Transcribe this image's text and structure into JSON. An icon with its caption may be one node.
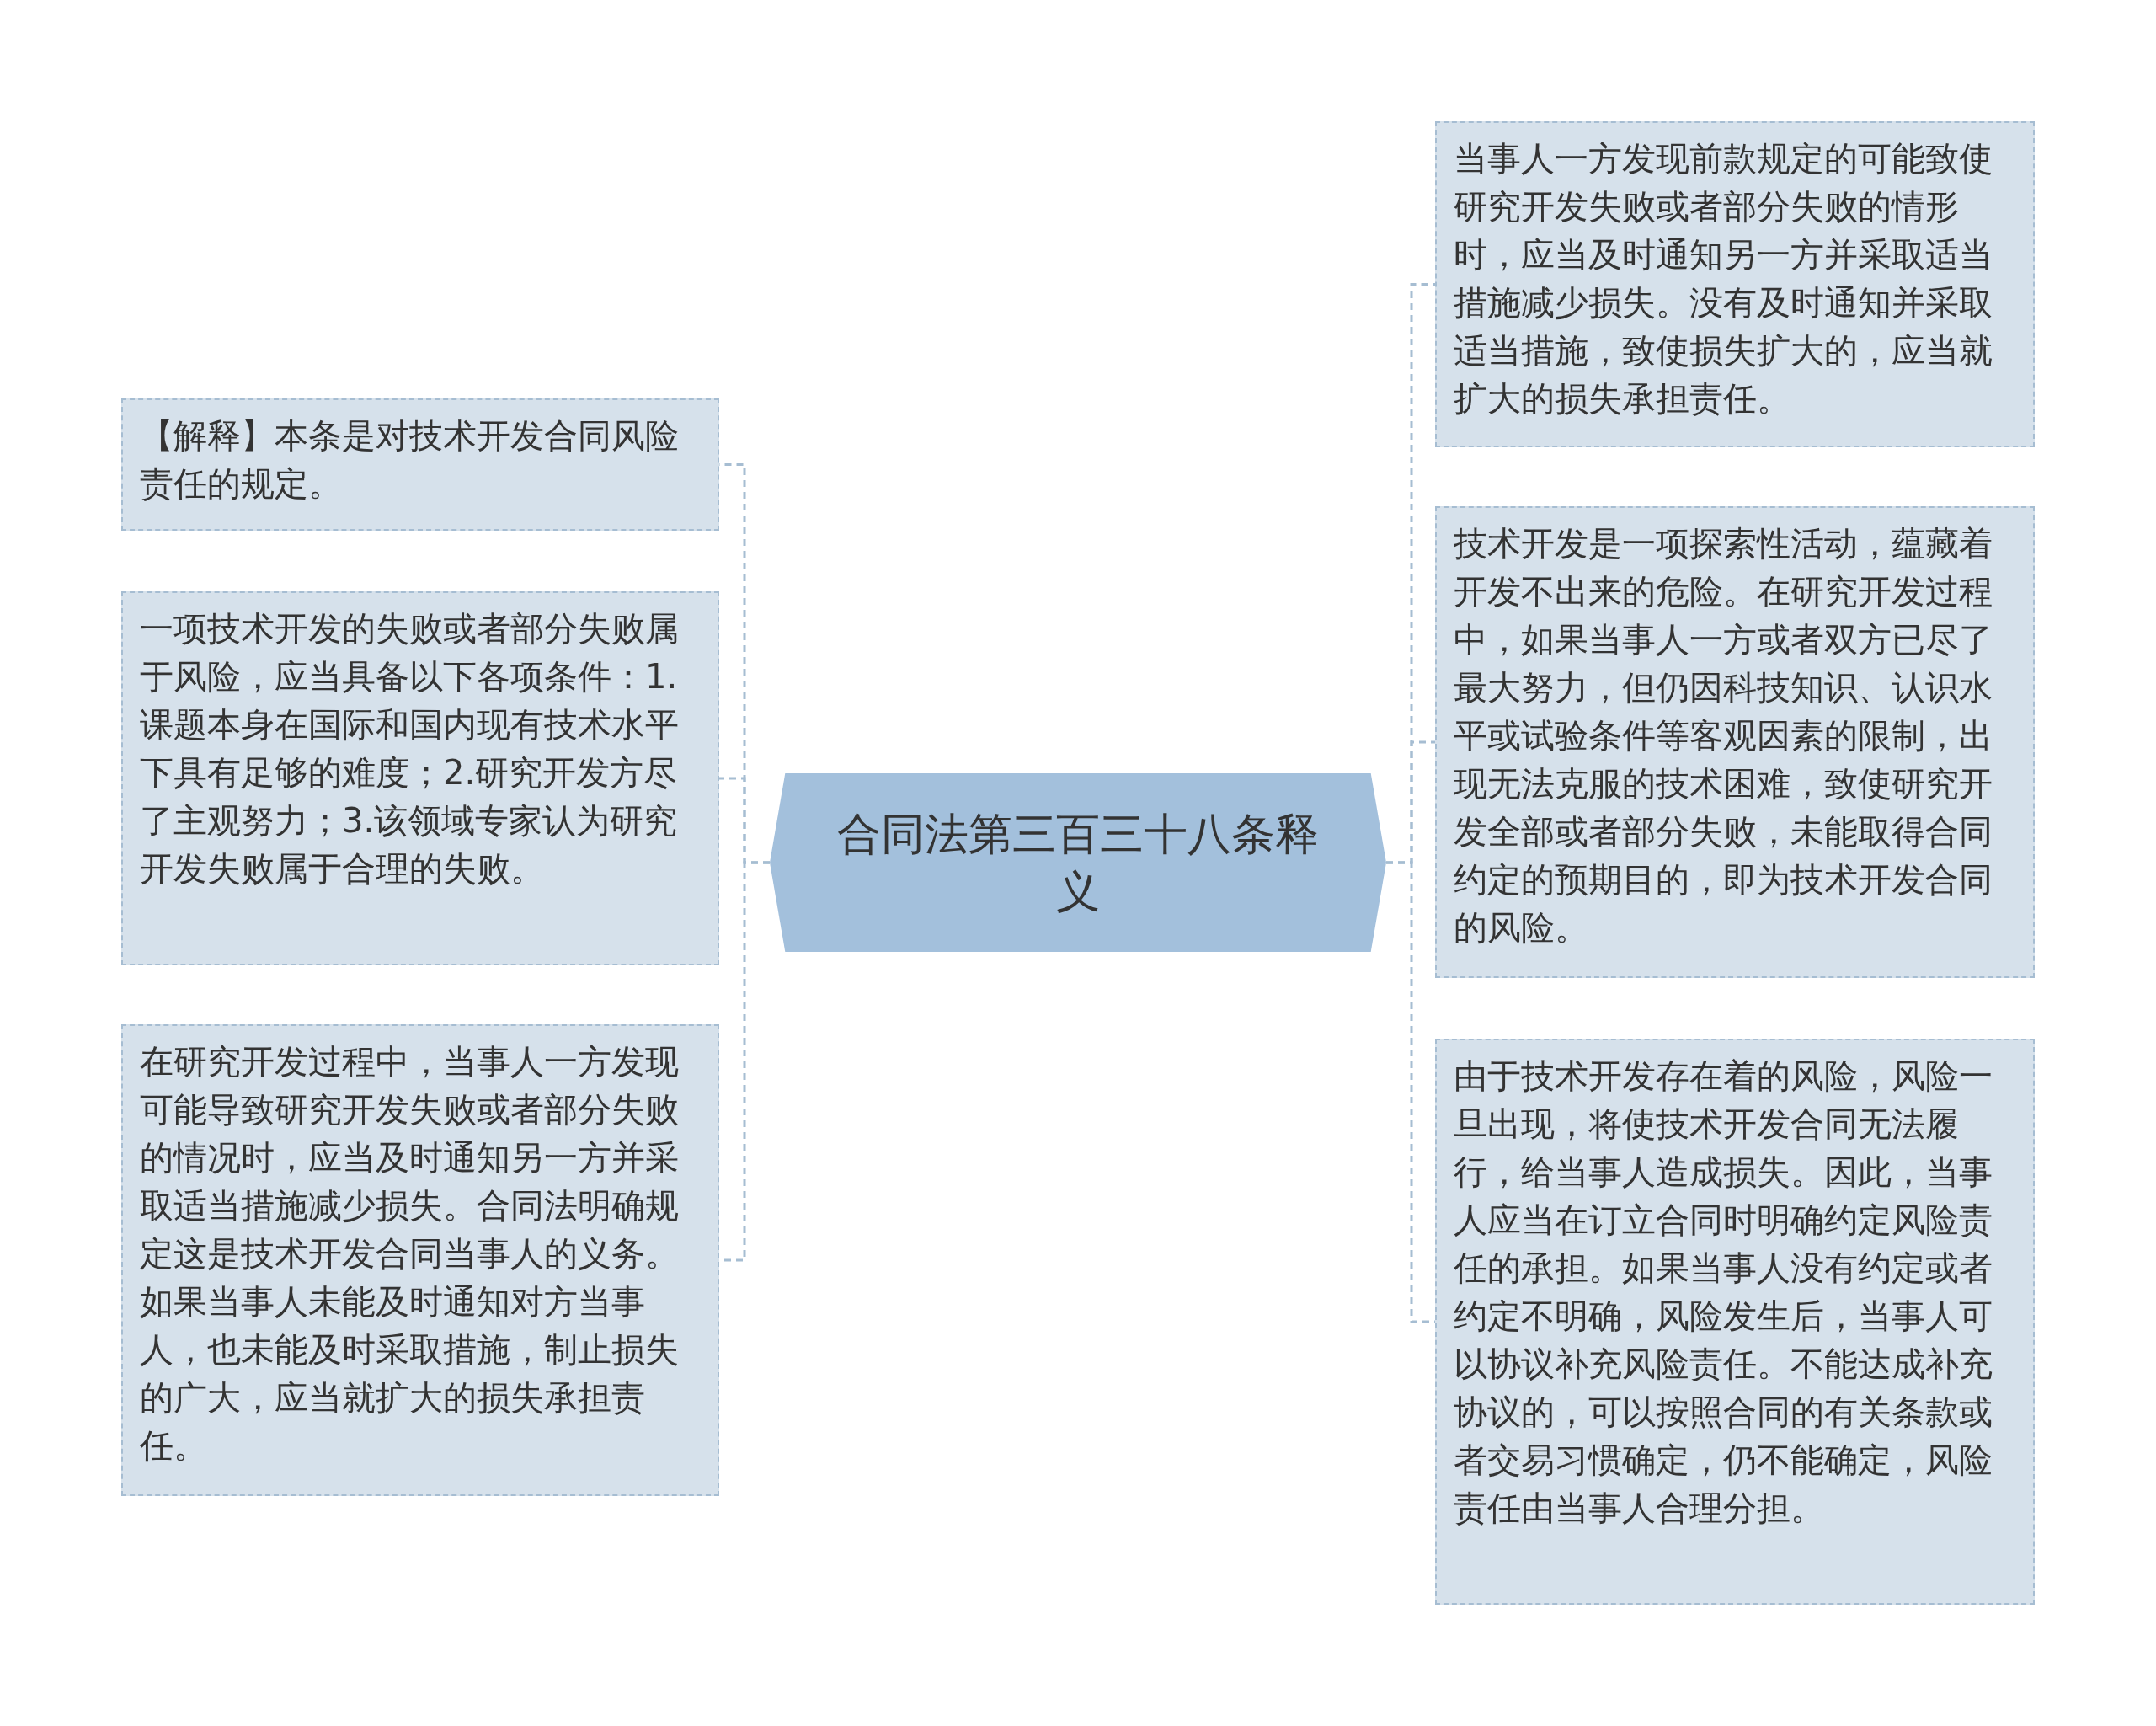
{
  "diagram": {
    "nodes": [
      {
        "text": [
          "合同法第三百三十八条释义"
        ]
      },
      {
        "text": [
          "【解释】本条是对技术开发合同风险责任的规定。"
        ]
      },
      {
        "text": [
          "一项技术开发的失败或者部分失败属于风险，应当具备以下各项条件：1.课题本身在国际和国内现有技术水平下具有足够的难度；2.研究开发方尽了主观努力；3.该领域专家认为研究开发失败属于合理的失败。"
        ]
      },
      {
        "text": [
          "在研究开发过程中，当事人一方发现可能导致研究开发失败或者部分失败的情况时，应当及时通知另一方并采取适当措施减少损失。合同法明确规定这是技术开发合同当事人的义务。如果当事人未能及时通知对方当事人，也未能及时采取措施，制止损失的广大，应当就扩大的损失承担责任。"
        ]
      },
      {
        "text": [
          "当事人一方发现前款规定的可能致使研究开发失败或者部分失败的情形时，应当及时通知另一方并采取适当措施减少损失。没有及时通知并采取适当措施，致使损失扩大的，应当就扩大的损失承担责任。"
        ]
      },
      {
        "text": [
          "技术开发是一项探索性活动，蕴藏着开发不出来的危险。在研究开发过程中，如果当事人一方或者双方已尽了最大努力，但仍因科技知识、认识水平或试验条件等客观因素的限制，出现无法克服的技术困难，致使研究开发全部或者部分失败，未能取得合同约定的预期目的，即为技术开发合同的风险。"
        ]
      },
      {
        "text": [
          "由于技术开发存在着的风险，风险一旦出现，将使技术开发合同无法履行，给当事人造成损失。因此，当事人应当在订立合同时明确约定风险责任的承担。如果当事人没有约定或者约定不明确，风险发生后，当事人可以协议补充风险责任。不能达成补充协议的，可以按照合同的有关条款或者交易习惯确定，仍不能确定，风险责任由当事人合理分担。"
        ]
      }
    ],
    "edges": [
      {
        "from": 0,
        "to": 1,
        "arrow": "none",
        "style": "dashed"
      },
      {
        "from": 0,
        "to": 2,
        "arrow": "none",
        "style": "dashed"
      },
      {
        "from": 0,
        "to": 3,
        "arrow": "none",
        "style": "dashed"
      },
      {
        "from": 0,
        "to": 4,
        "arrow": "none",
        "style": "dashed"
      },
      {
        "from": 0,
        "to": 5,
        "arrow": "none",
        "style": "dashed"
      },
      {
        "from": 0,
        "to": 6,
        "arrow": "none",
        "style": "dashed"
      }
    ]
  }
}
